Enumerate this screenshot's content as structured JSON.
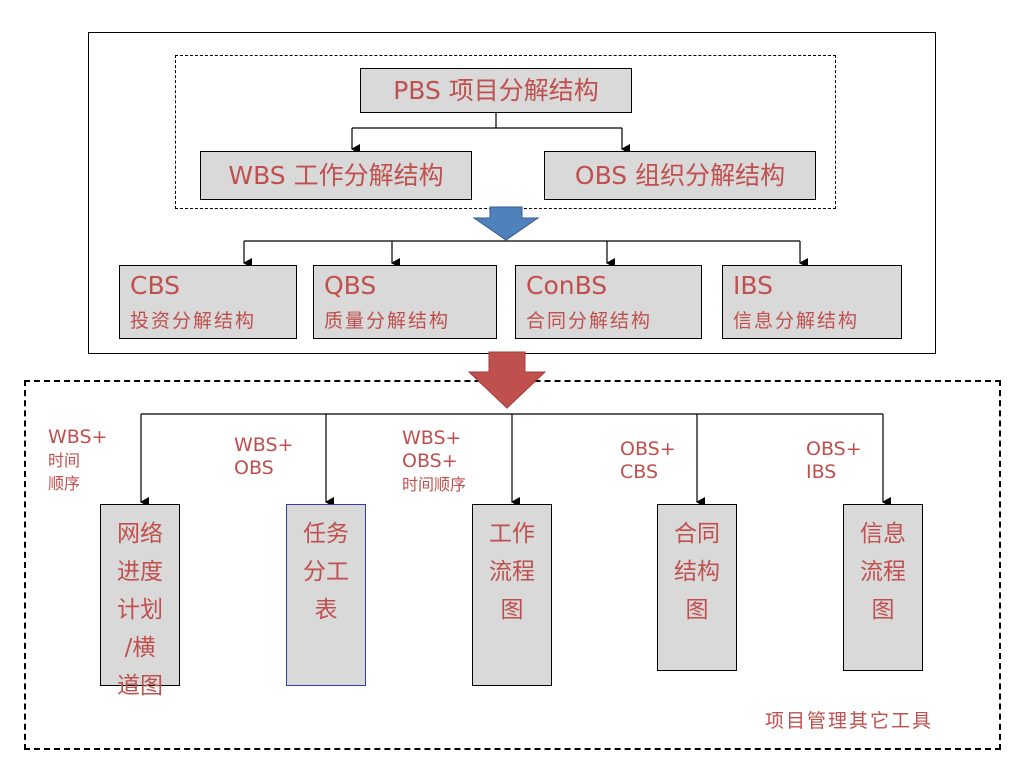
{
  "top": {
    "pbs": "PBS 项目分解结构",
    "wbs": "WBS 工作分解结构",
    "obs": "OBS 组织分解结构"
  },
  "level2": [
    {
      "code": "CBS",
      "desc": "投资分解结构"
    },
    {
      "code": "QBS",
      "desc": "质量分解结构"
    },
    {
      "code": "ConBS",
      "desc": "合同分解结构"
    },
    {
      "code": "IBS",
      "desc": "信息分解结构"
    }
  ],
  "tools": [
    {
      "lines": [
        "网络",
        "进度",
        "计划",
        "/横",
        "道图"
      ],
      "label": [
        "WBS+",
        "时间",
        "顺序"
      ]
    },
    {
      "lines": [
        "任务",
        "分工",
        "表"
      ],
      "label": [
        "WBS+",
        "OBS"
      ]
    },
    {
      "lines": [
        "工作",
        "流程",
        "图"
      ],
      "label": [
        "WBS+",
        "OBS+",
        "时间顺序"
      ]
    },
    {
      "lines": [
        "合同",
        "结构",
        "图"
      ],
      "label": [
        "OBS+",
        "CBS"
      ]
    },
    {
      "lines": [
        "信息",
        "流程",
        "图"
      ],
      "label": [
        "OBS+",
        "IBS"
      ]
    }
  ],
  "footer": "项目管理其它工具",
  "colors": {
    "text": "#c0504d",
    "box_fill": "#d9d9d9",
    "blue_arrow": "#4f81bd",
    "red_arrow": "#c0504d"
  }
}
